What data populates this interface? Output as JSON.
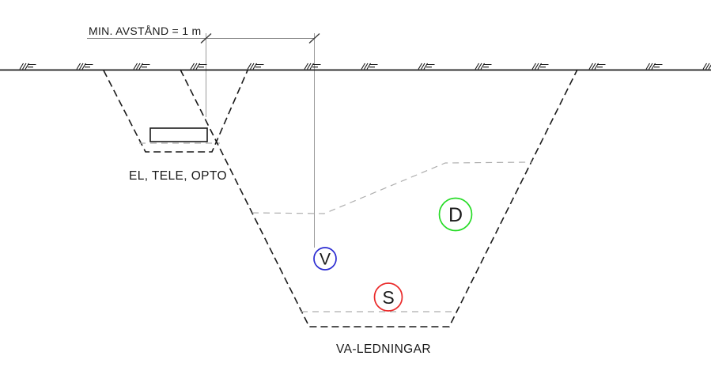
{
  "dimension": {
    "label": "MIN. AVSTÅND = 1 m"
  },
  "trenches": {
    "small": {
      "label": "EL, TELE, OPTO"
    },
    "large": {
      "label": "VA-LEDNINGAR"
    }
  },
  "pipes": [
    {
      "label": "V",
      "color": "#2c2cd2"
    },
    {
      "label": "S",
      "color": "#ea2a2a"
    },
    {
      "label": "D",
      "color": "#28dc28"
    }
  ],
  "colors": {
    "drawing_line": "#1a1a1a",
    "guide_line": "#aeaeae",
    "dimension_line": "#7d7d7d"
  }
}
